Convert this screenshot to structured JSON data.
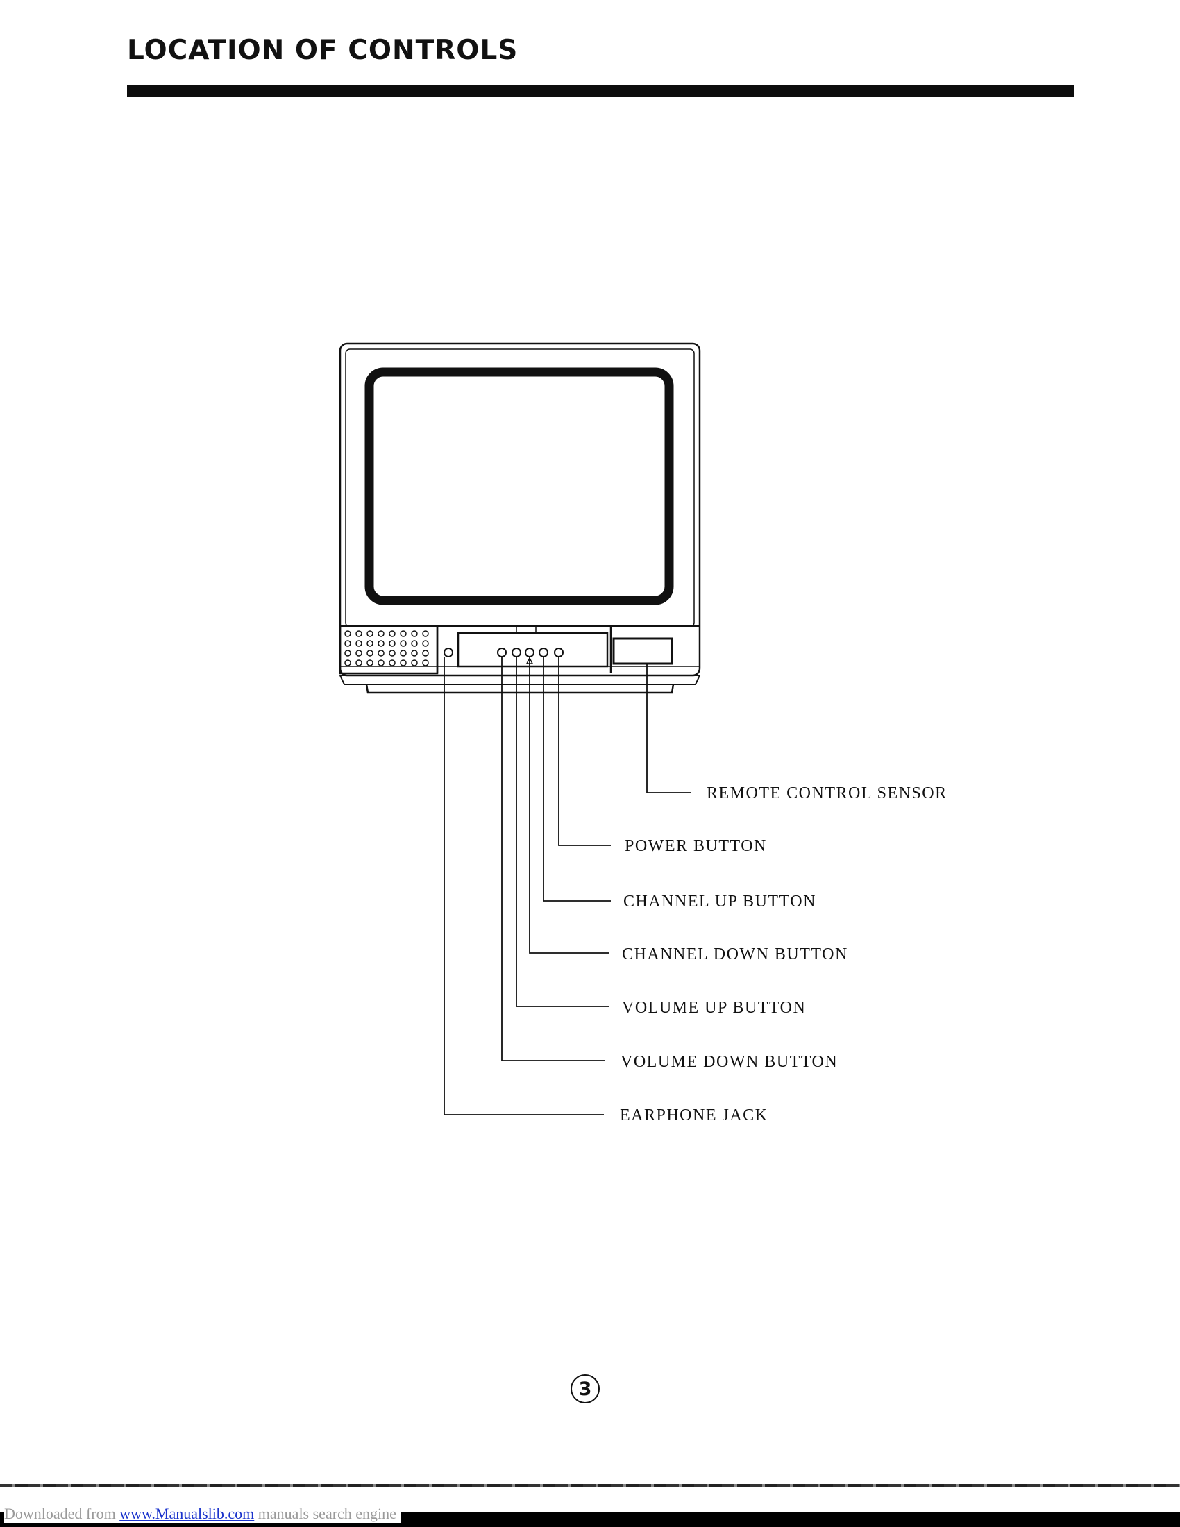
{
  "page": {
    "title": "LOCATION OF CONTROLS",
    "page_number": "3"
  },
  "diagram": {
    "subject": "television-front-panel",
    "callouts": [
      {
        "id": "remote-control-sensor",
        "label": "REMOTE CONTROL SENSOR"
      },
      {
        "id": "power-button",
        "label": "POWER BUTTON"
      },
      {
        "id": "channel-up-button",
        "label": "CHANNEL UP BUTTON"
      },
      {
        "id": "channel-down-button",
        "label": "CHANNEL DOWN BUTTON"
      },
      {
        "id": "volume-up-button",
        "label": "VOLUME UP BUTTON"
      },
      {
        "id": "volume-down-button",
        "label": "VOLUME DOWN BUTTON"
      },
      {
        "id": "earphone-jack",
        "label": "EARPHONE JACK"
      }
    ]
  },
  "footer": {
    "prefix": "Downloaded from ",
    "link_text": "www.Manualslib.com",
    "suffix": " manuals search engine"
  },
  "colors": {
    "ink": "#111111",
    "link": "#1a33cc",
    "footer_text": "#9a9a9a"
  }
}
